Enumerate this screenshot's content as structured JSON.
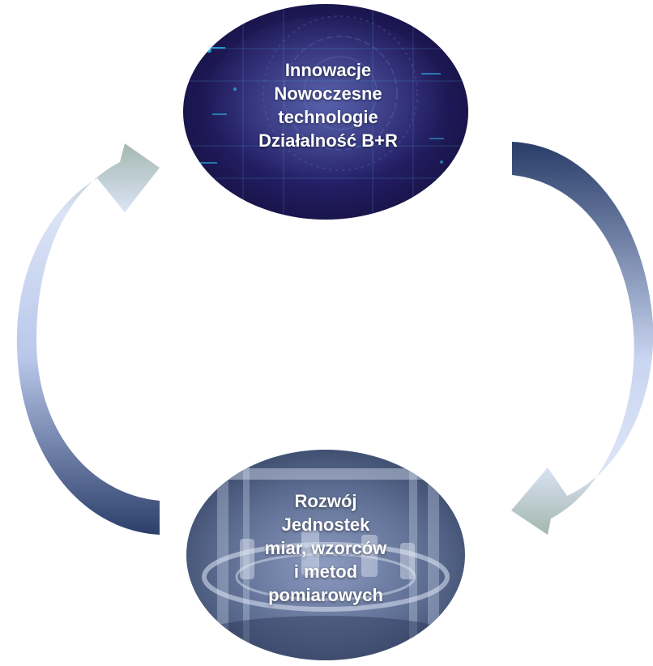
{
  "nodes": {
    "top": {
      "lines": [
        "Innowacje",
        "Nowoczesne",
        "technologie",
        "Działalność B+R"
      ]
    },
    "bottom": {
      "lines": [
        "Rozwój",
        "Jednostek",
        "miar, wzorców",
        "i metod",
        "pomiarowych"
      ]
    }
  },
  "colors": {
    "arrow_dark": "#2b3f6a",
    "arrow_light": "#dbe4f7",
    "arrow_sage": "#a3b7ae",
    "top_circle_base": "#1f1d5c",
    "top_circle_glow": "#2fb7e8",
    "bottom_circle_base": "#5e6e93",
    "bottom_circle_light": "#b6c2de"
  }
}
